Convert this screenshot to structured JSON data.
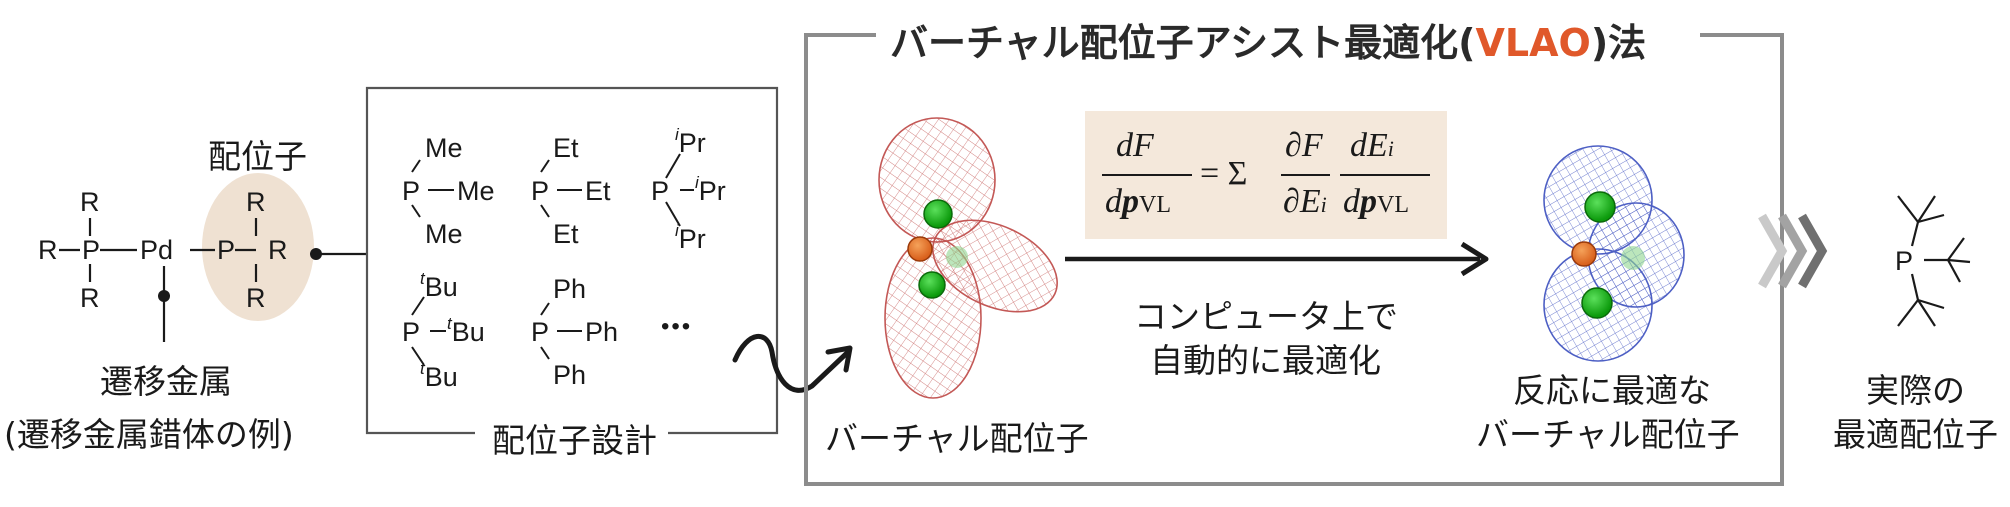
{
  "colors": {
    "accent": "#e0582a",
    "ligand_highlight": "#efe1d2",
    "equation_bg": "#f4e8db",
    "box_stroke": "#555555",
    "outer_frame": "#8c8c8c",
    "red_mesh": "#c0504d",
    "blue_mesh": "#4d5fc4",
    "atom_green": "#14b014"
  },
  "complex": {
    "label_ligand": "配位子",
    "label_metal": "遷移金属",
    "label_example": "(遷移金属錯体の例)",
    "left_r1": "R",
    "left_r2": "R",
    "left_r3": "R",
    "p_left": "P",
    "pd": "Pd",
    "p_right": "P",
    "right_r1": "R",
    "right_r2": "R",
    "right_r3": "R"
  },
  "ligand_design": {
    "caption": "配位子設計",
    "pme3": {
      "p": "P",
      "sub1": "Me",
      "sub2": "Me",
      "sub3": "Me"
    },
    "pet3": {
      "p": "P",
      "sub1": "Et",
      "sub2": "Et",
      "sub3": "Et"
    },
    "pipr3": {
      "p": "P",
      "sup": "i",
      "base": "Pr"
    },
    "ptbu3": {
      "p": "P",
      "sup": "t",
      "base": "Bu"
    },
    "pph3": {
      "p": "P",
      "sub1": "Ph",
      "sub2": "Ph",
      "sub3": "Ph"
    },
    "ellipsis": "•••"
  },
  "vlao": {
    "title_pre": "バーチャル配位子アシスト最適化(",
    "title_accent": "VLAO",
    "title_post": ")法",
    "virtual_ligand_label": "バーチャル配位子",
    "arrow_line1": "コンピュータ上で",
    "arrow_line2": "自動的に最適化",
    "optimal_line1": "反応に最適な",
    "optimal_line2": "バーチャル配位子"
  },
  "equation": {
    "d": "d",
    "F": "F",
    "p": "p",
    "vl": "VL",
    "eq": "= Σ",
    "partial": "∂",
    "E": "E",
    "i": "i"
  },
  "actual": {
    "line1": "実際の",
    "line2": "最適配位子",
    "p": "P"
  },
  "icons": [
    "ellipsoid-mesh-red",
    "ellipsoid-mesh-blue",
    "chevron-right-icon",
    "arrow-right-icon",
    "wavy-arrow-icon"
  ]
}
